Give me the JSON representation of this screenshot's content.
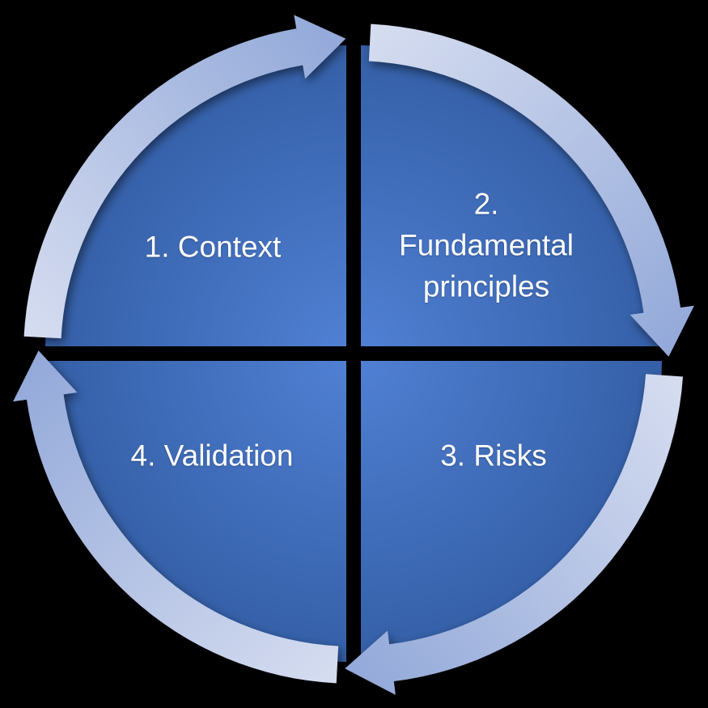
{
  "diagram": {
    "type": "cycle",
    "background": "#000000",
    "colors": {
      "segment_center": "#5181d5",
      "segment_edge": "#3560a8",
      "arrow_light": "#d6ddf0",
      "arrow_dark": "#93a9d9",
      "text": "#ffffff"
    },
    "segments": [
      {
        "id": "context",
        "label": "1. Context"
      },
      {
        "id": "fundamental-principles",
        "label": "2.\nFundamental\nprinciples"
      },
      {
        "id": "risks",
        "label": "3. Risks"
      },
      {
        "id": "validation",
        "label": "4. Validation"
      }
    ],
    "arrows": [
      {
        "id": "arrow-top-left",
        "direction": "clockwise"
      },
      {
        "id": "arrow-top-right",
        "direction": "clockwise"
      },
      {
        "id": "arrow-bottom-right",
        "direction": "clockwise"
      },
      {
        "id": "arrow-bottom-left",
        "direction": "clockwise"
      }
    ]
  }
}
